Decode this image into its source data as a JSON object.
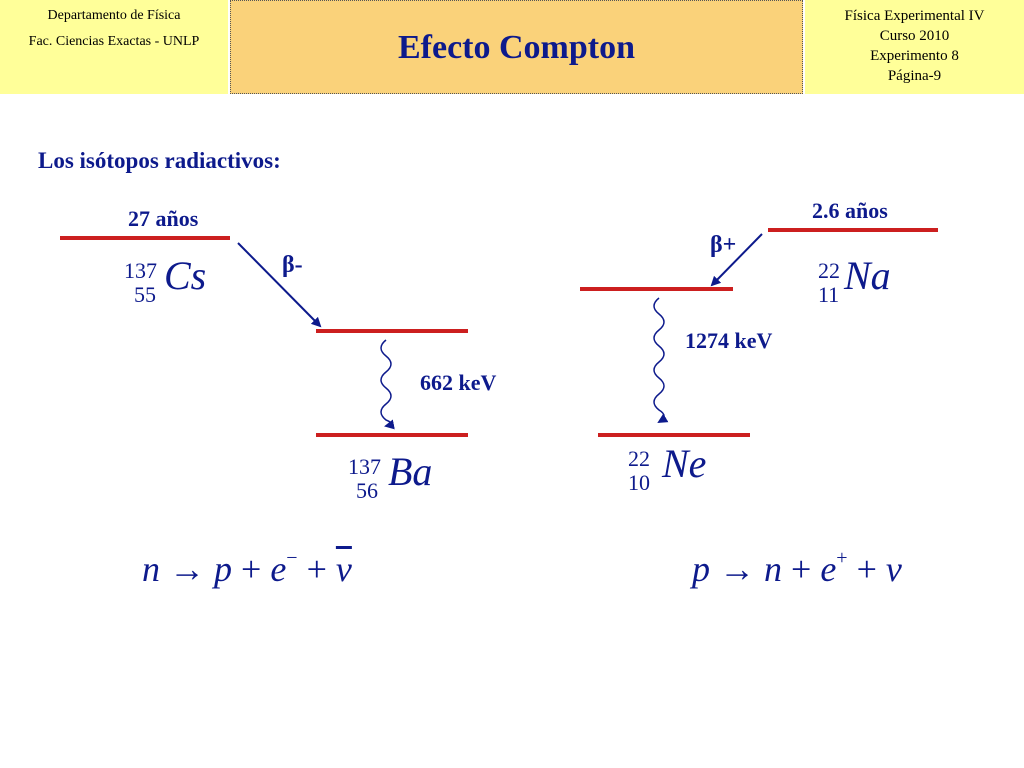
{
  "header": {
    "dept": "Departamento de Física",
    "fac": "Fac. Ciencias Exactas - UNLP",
    "title": "Efecto Compton",
    "course": "Física Experimental IV",
    "year": "Curso 2010",
    "experiment": "Experimento 8",
    "page": "Página-9"
  },
  "subtitle": "Los isótopos radiactivos:",
  "left": {
    "halflife": "27 años",
    "decay": "β-",
    "energy": "662 keV",
    "parent": {
      "mass": "137",
      "atomic": "55",
      "symbol": "Cs"
    },
    "daughter": {
      "mass": "137",
      "atomic": "56",
      "symbol": "Ba"
    }
  },
  "right": {
    "halflife": "2.6 años",
    "decay": "β+",
    "energy": "1274 keV",
    "parent": {
      "mass": "22",
      "atomic": "11",
      "symbol": "Na"
    },
    "daughter": {
      "mass": "22",
      "atomic": "10",
      "symbol": "Ne"
    }
  },
  "equations": {
    "beta_minus": {
      "a": "n",
      "arrow": "→",
      "b": "p",
      "plus1": "+",
      "c": "e",
      "c_sup": "−",
      "plus2": "+",
      "d": "ν"
    },
    "beta_plus": {
      "a": "p",
      "arrow": "→",
      "b": "n",
      "plus1": "+",
      "c": "e",
      "c_sup": "+",
      "plus2": "+",
      "d": "ν"
    }
  },
  "colors": {
    "level": "#cc1f1f",
    "text": "#0d1a8c",
    "header_bg": "#ffff99",
    "title_bg": "#fad27a"
  }
}
